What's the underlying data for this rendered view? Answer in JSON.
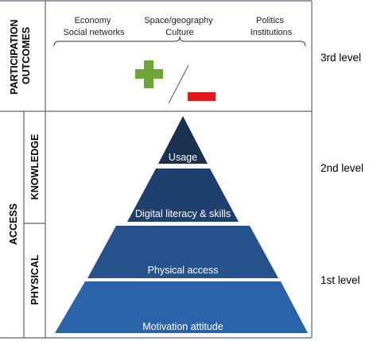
{
  "sections": {
    "participation_outcomes": [
      "PARTICIPATION",
      "OUTCOMES"
    ],
    "access": "ACCESS",
    "knowledge": "KNOWLEDGE",
    "physical": "PHYSICAL"
  },
  "outcomes": [
    {
      "line1": "Economy",
      "line2": "Social networks"
    },
    {
      "line1": "Space/geography",
      "line2": "Culture"
    },
    {
      "line1": "Politics",
      "line2": "Institutions"
    }
  ],
  "levels": {
    "third": "3rd level",
    "second": "2nd level",
    "first": "1st level"
  },
  "pyramid": {
    "tiers": [
      {
        "label": "Usage",
        "color": "#1b2f4f"
      },
      {
        "label": "Digital literacy & skills",
        "color": "#1f3f6e"
      },
      {
        "label": "Physical access",
        "color": "#26528c"
      },
      {
        "label": "Motivation attitude",
        "color": "#2b63ab"
      }
    ]
  },
  "symbols": {
    "plus_color": "#6aa638",
    "minus_color": "#e01a1a",
    "plus_name": "plus-sign",
    "minus_name": "minus-sign"
  }
}
